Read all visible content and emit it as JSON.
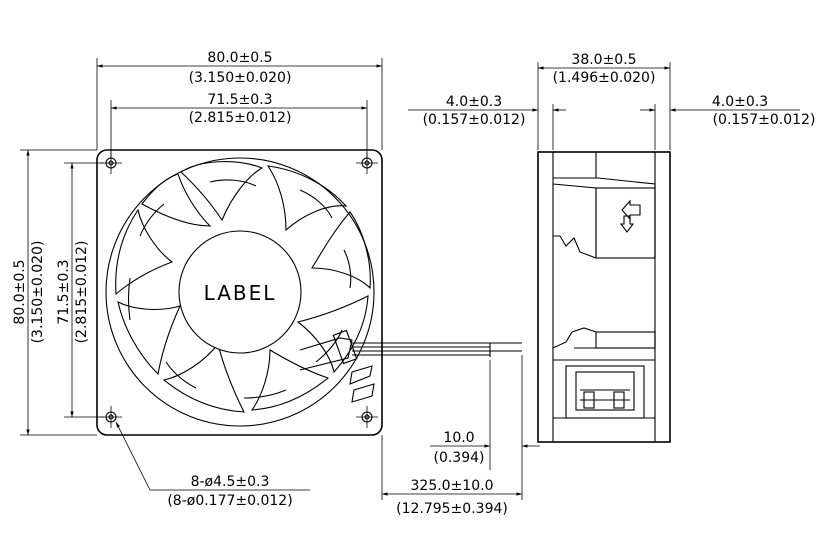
{
  "front_view": {
    "width_mm": "80.0±0.5",
    "width_in": "(3.150±0.020)",
    "hole_pitch_h_mm": "71.5±0.3",
    "hole_pitch_h_in": "(2.815±0.012)",
    "height_mm": "80.0±0.5",
    "height_in": "(3.150±0.020)",
    "hole_pitch_v_mm": "71.5±0.3",
    "hole_pitch_v_in": "(2.815±0.012)",
    "hub_label": "LABEL",
    "hole_spec_mm": "8-ø4.5±0.3",
    "hole_spec_in": "(8-ø0.177±0.012)"
  },
  "lead_wire": {
    "strip_mm": "10.0",
    "strip_in": "(0.394)",
    "length_mm": "325.0±10.0",
    "length_in": "(12.795±0.394)"
  },
  "side_view": {
    "depth_mm": "38.0±0.5",
    "depth_in": "(1.496±0.020)",
    "flange_left_mm": "4.0±0.3",
    "flange_left_in": "(0.157±0.012)",
    "flange_right_mm": "4.0±0.3",
    "flange_right_in": "(0.157±0.012)"
  }
}
